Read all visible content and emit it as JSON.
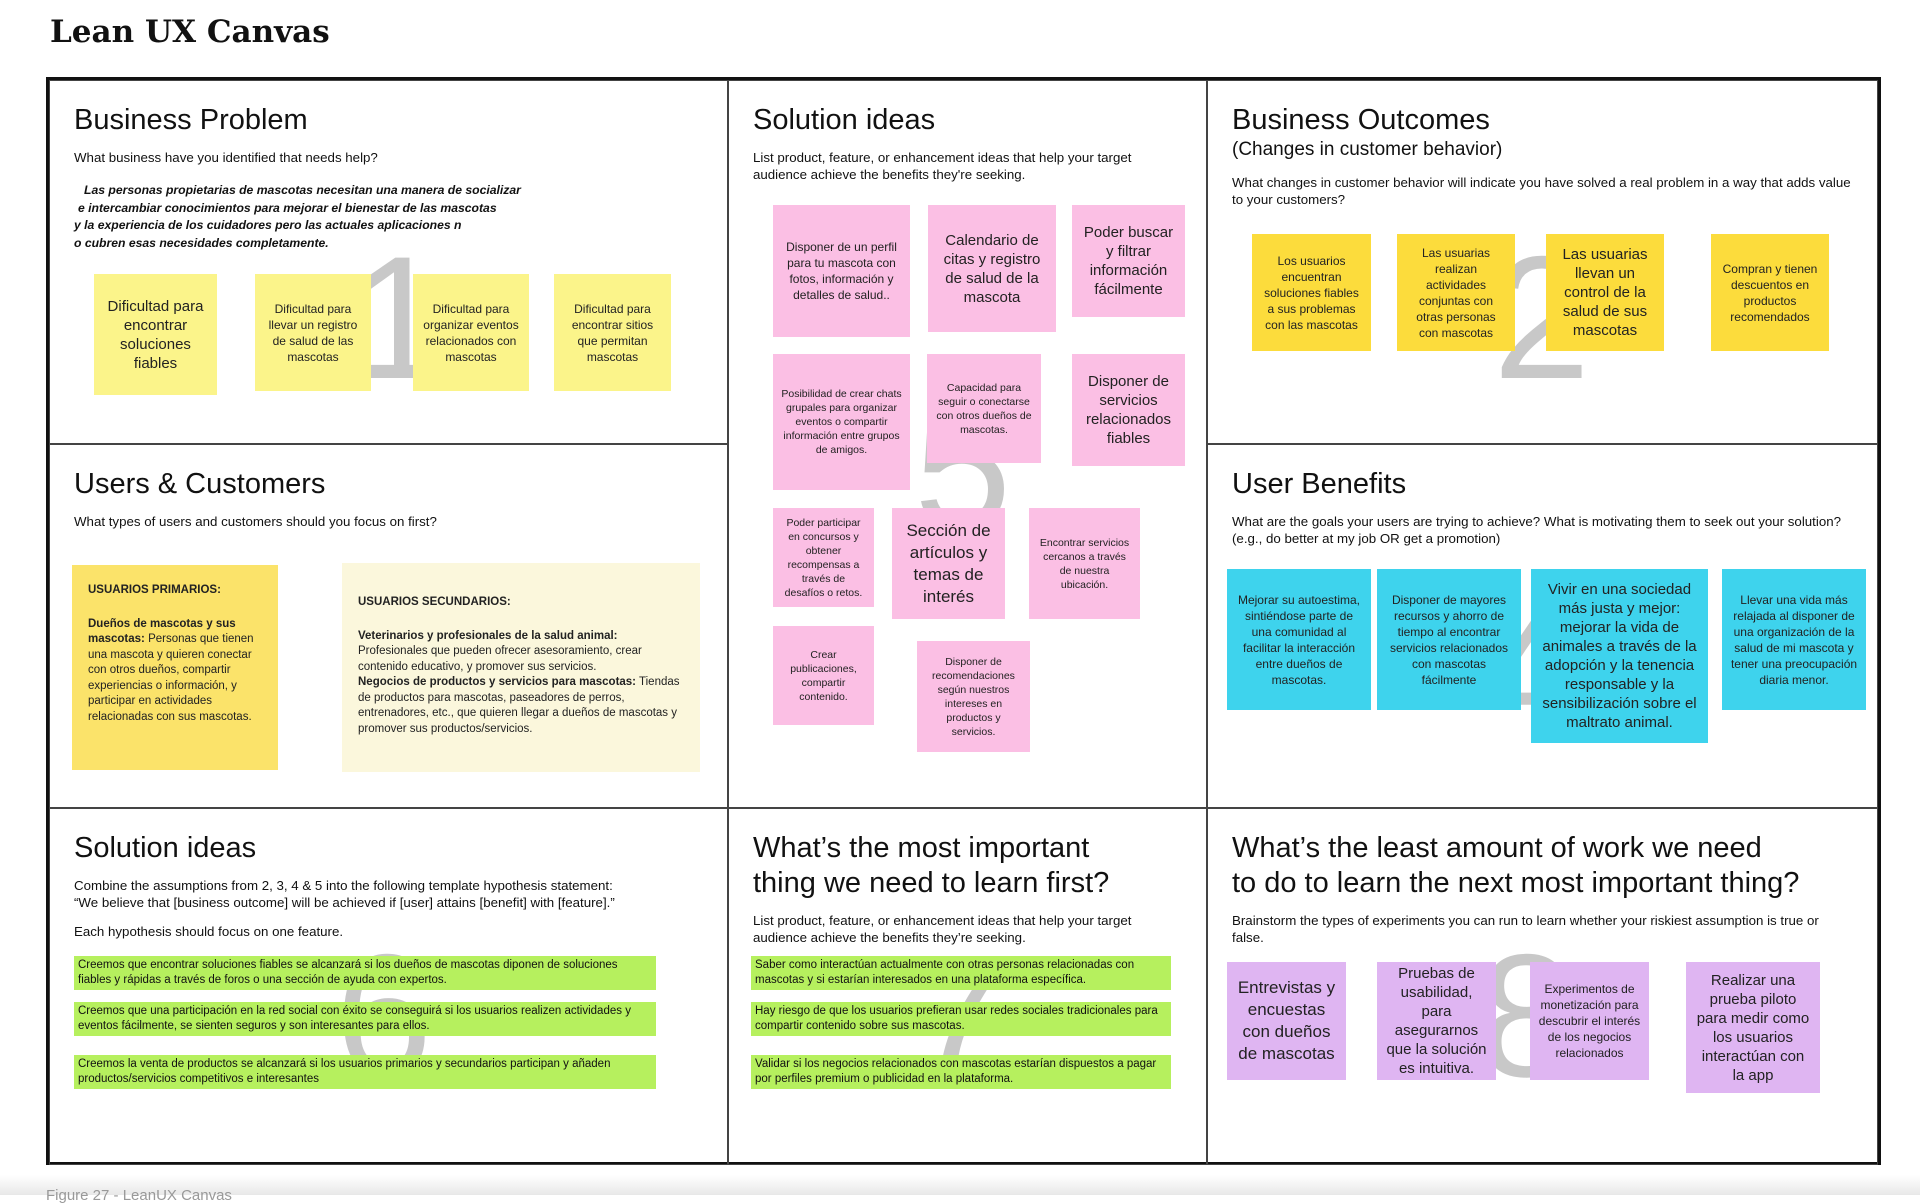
{
  "page_title": "Lean UX Canvas",
  "caption": "Figure 27 - LeanUX Canvas",
  "colors": {
    "yellow": "#fbf48a",
    "gold": "#fcdc3c",
    "pink": "#fbbfe4",
    "cyan": "#3ed3ed",
    "purple": "#dfb5f2",
    "green": "#b6f05e"
  },
  "business_problem": {
    "number": "1",
    "title": "Business Problem",
    "question": "What business have you identified that needs help?",
    "statement": [
      "Las personas propietarias de mascotas necesitan una manera de socializar",
      "e intercambiar conocimientos para mejorar el bienestar de las mascotas",
      "y la experiencia de los cuidadores pero las actuales aplicaciones n",
      "o cubren esas necesidades completamente."
    ],
    "notes": [
      "Dificultad para encontrar soluciones fiables",
      "Dificultad para llevar un registro de salud de las mascotas",
      "Dificultad para organizar eventos relacionados con mascotas",
      "Dificultad para encontrar sitios que permitan mascotas"
    ]
  },
  "users_customers": {
    "title": "Users & Customers",
    "question": "What types of users and customers should you focus on first?",
    "primary": {
      "label": "USUARIOS PRIMARIOS:",
      "bold": "Dueños de mascotas y sus mascotas:",
      "text": " Personas que tienen una mascota y quieren conectar con otros dueños, compartir experiencias o información, y participar en actividades relacionadas con sus mascotas."
    },
    "secondary": {
      "label": "USUARIOS SECUNDARIOS:",
      "bold1": "Veterinarios y profesionales de la salud animal:",
      "text1": " Profesionales que pueden ofrecer asesoramiento, crear contenido educativo, y promover sus servicios.",
      "bold2": "Negocios de productos y servicios para mascotas:",
      "text2": " Tiendas de productos para mascotas, paseadores de perros, entrenadores, etc., que quieren llegar a dueños de mascotas y promover sus productos/servicios."
    }
  },
  "solution_ideas_top": {
    "number": "5",
    "title": "Solution ideas",
    "question": "List product, feature, or enhancement ideas that help your target audience achieve the benefits they're seeking.",
    "notes": [
      "Disponer de un perfil para tu mascota con fotos, información y detalles de salud..",
      "Calendario de citas y registro de salud de la mascota",
      "Poder buscar y filtrar información fácilmente",
      "Posibilidad de crear chats grupales para organizar eventos o compartir información entre grupos de amigos.",
      "Capacidad para seguir o conectarse con otros dueños de mascotas.",
      "Disponer de servicios relacionados fiables",
      "Poder participar en concursos y obtener recompensas a través de desafíos o retos.",
      "Sección de artículos y temas de interés",
      "Encontrar servicios cercanos a través de nuestra ubicación.",
      "Crear publicaciones, compartir contenido.",
      "Disponer de recomendaciones según nuestros intereses en productos y servicios."
    ]
  },
  "business_outcomes": {
    "number": "2",
    "title": "Business Outcomes",
    "subtitle": "(Changes in customer behavior)",
    "question": "What changes in customer behavior will indicate you have solved a real problem in a way that adds value to your customers?",
    "notes": [
      "Los usuarios encuentran soluciones fiables a sus problemas con las mascotas",
      "Las usuarias realizan actividades conjuntas con otras personas con mascotas",
      "Las usuarias llevan un control de la salud de sus mascotas",
      "Compran y tienen descuentos en productos recomendados"
    ]
  },
  "user_benefits": {
    "number": "4",
    "title": "User Benefits",
    "question": "What are the goals your users are trying to achieve? What is motivating them to seek out your solution? (e.g., do better at my job OR get a promotion)",
    "notes": [
      "Mejorar su autoestima, sintiéndose parte de una comunidad al facilitar la interacción entre dueños de mascotas.",
      "Disponer de mayores recursos y ahorro de tiempo al encontrar servicios relacionados con mascotas fácilmente",
      "Vivir en una sociedad más justa y mejor: mejorar la vida de animales a través de la adopción y la tenencia responsable y la sensibilización sobre el maltrato animal.",
      "Llevar una vida más relajada al disponer de una organización de la salud de mi mascota y tener una preocupación diaria menor."
    ]
  },
  "solution_ideas_bottom": {
    "number": "6",
    "title": "Solution ideas",
    "line1": "Combine the assumptions from 2, 3, 4 & 5 into the following template hypothesis statement:",
    "line2": "“We believe that [business outcome] will be achieved if [user] attains [benefit] with [feature].”",
    "line3": "Each hypothesis should focus on one feature.",
    "hypotheses": [
      "Creemos que encontrar soluciones fiables se alcanzará si los dueños de mascotas diponen de soluciones fiables y rápidas a través de foros o una sección de ayuda con expertos.",
      "Creemos que una participación en la red social con éxito se conseguirá si los usuarios realizen actividades y eventos fácilmente, se sienten seguros y son interesantes para ellos.",
      "Creemos la venta de productos se alcanzará si los usuarios primarios y secundarios participan y añaden productos/servicios competitivos e interesantes"
    ]
  },
  "most_important": {
    "number": "7",
    "title_line1": "What’s the most important",
    "title_line2": "thing we need to learn first?",
    "question": "List product, feature, or enhancement ideas that help your target audience achieve the benefits they’re seeking.",
    "items": [
      "Saber como interactúan actualmente con otras personas relacionadas con mascotas y si estarían interesados en una plataforma específica.",
      "Hay riesgo de que los usuarios prefieran usar redes sociales tradicionales para compartir contenido sobre sus mascotas.",
      "Validar si los negocios relacionados con mascotas estarían dispuestos a pagar por perfiles premium o publicidad en la plataforma."
    ]
  },
  "least_work": {
    "number": "8",
    "title_line1": "What’s the least amount of work we need",
    "title_line2": "to do to learn the next most important thing?",
    "question": "Brainstorm the types of experiments you can run to learn whether your riskiest assumption is true or false.",
    "notes": [
      "Entrevistas y encuestas con dueños de mascotas",
      "Pruebas de usabilidad, para asegurarnos que la solución es intuitiva.",
      "Experimentos de monetización para descubrir el interés de los negocios relacionados",
      "Realizar una prueba piloto para medir como los usuarios interactúan con la app"
    ]
  }
}
